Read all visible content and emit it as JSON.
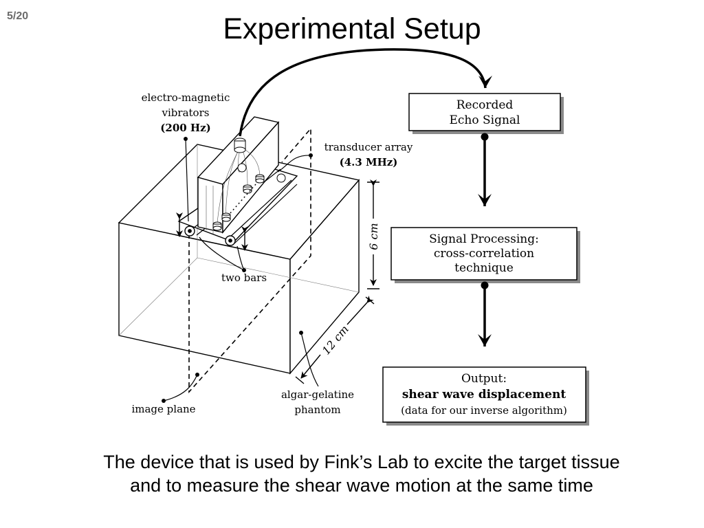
{
  "page_number": "5/20",
  "title": "Experimental Setup",
  "labels": {
    "vibrators_line1": "electro-magnetic",
    "vibrators_line2": "vibrators",
    "vibrators_line3": "(200 Hz)",
    "transducer_line1": "transducer array",
    "transducer_line2": "(4.3 MHz)",
    "two_bars": "two bars",
    "depth": "6 cm",
    "width": "12 cm",
    "image_plane": "image plane",
    "phantom_line1": "algar-gelatine",
    "phantom_line2": "phantom"
  },
  "flow": [
    {
      "lines": [
        "Recorded",
        "Echo Signal"
      ]
    },
    {
      "lines": [
        "Signal Processing:",
        "cross-correlation",
        "technique"
      ]
    },
    {
      "lines": [
        "Output:",
        "shear wave displacement",
        "(data for our inverse algorithm)"
      ]
    }
  ],
  "caption": {
    "line1": "The device that is used by Fink’s Lab to excite the target tissue",
    "line2": "and to measure the shear wave motion at the same time"
  }
}
